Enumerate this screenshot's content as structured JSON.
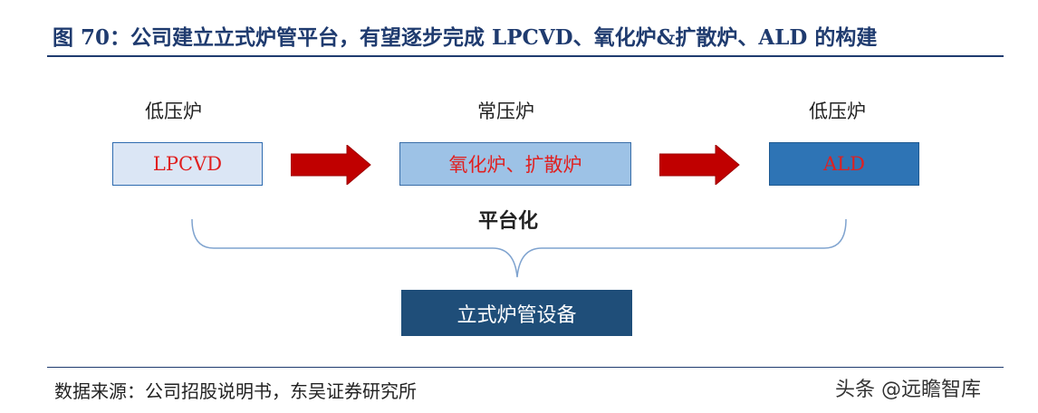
{
  "title": "图 70：公司建立立式炉管平台，有望逐步完成 LPCVD、氧化炉&扩散炉、ALD 的构建",
  "stages": [
    {
      "category": "低压炉",
      "box_label": "LPCVD"
    },
    {
      "category": "常压炉",
      "box_label": "氧化炉、扩散炉"
    },
    {
      "category": "低压炉",
      "box_label": "ALD"
    }
  ],
  "platform_label": "平台化",
  "equipment_label": "立式炉管设备",
  "source": "数据来源：公司招股说明书，东吴证券研究所",
  "watermark": "头条 @远瞻智库",
  "colors": {
    "title_blue": "#1f3b6f",
    "arrow_red": "#c00000",
    "box_label_red": "#e02020",
    "box1_fill": "#dbe6f5",
    "box2_fill": "#9dc2e6",
    "box3_fill": "#2e74b5",
    "equipment_fill": "#1f4e79"
  }
}
